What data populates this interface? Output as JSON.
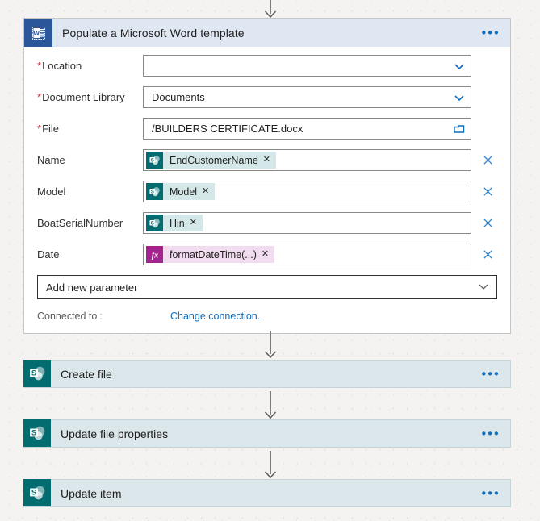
{
  "canvas": {
    "background_color": "#f4f3f2",
    "arrow_color": "#605e5c"
  },
  "arrows": [
    {
      "name": "arrow-top-into-word-card"
    },
    {
      "name": "arrow-word-card-to-create-file"
    },
    {
      "name": "arrow-create-file-to-update-file-properties"
    },
    {
      "name": "arrow-update-file-properties-to-update-item"
    }
  ],
  "word_card": {
    "icon": "word-icon",
    "icon_color": "#2b579a",
    "header_color": "#dfe7f3",
    "title": "Populate a Microsoft Word template",
    "more_label": "•••",
    "fields": [
      {
        "label": "Location",
        "required": true,
        "required_mark": "*",
        "type": "dropdown",
        "value": "",
        "icon": "chevron-down-icon",
        "name": "location"
      },
      {
        "label": "Document Library",
        "required": true,
        "required_mark": "*",
        "type": "dropdown",
        "value": "Documents",
        "icon": "chevron-down-icon",
        "name": "document-library"
      },
      {
        "label": "File",
        "required": true,
        "required_mark": "*",
        "type": "filepicker",
        "value": "/BUILDERS CERTIFICATE.docx",
        "icon": "folder-picker-icon",
        "name": "file"
      },
      {
        "label": "Name",
        "required": false,
        "required_mark": "",
        "type": "token",
        "token_kind": "sharepoint",
        "token_icon": "sharepoint-icon",
        "token_icon_color": "#036c70",
        "token_bg": "#d5e8e9",
        "value": "EndCustomerName",
        "token_remove": "✕",
        "remove_icon": "close-icon",
        "name": "name"
      },
      {
        "label": "Model",
        "required": false,
        "required_mark": "",
        "type": "token",
        "token_kind": "sharepoint",
        "token_icon": "sharepoint-icon",
        "token_icon_color": "#036c70",
        "token_bg": "#d5e8e9",
        "value": "Model",
        "token_remove": "✕",
        "remove_icon": "close-icon",
        "name": "model"
      },
      {
        "label": "BoatSerialNumber",
        "required": false,
        "required_mark": "",
        "type": "token",
        "token_kind": "sharepoint",
        "token_icon": "sharepoint-icon",
        "token_icon_color": "#036c70",
        "token_bg": "#d5e8e9",
        "value": "Hin",
        "token_remove": "✕",
        "remove_icon": "close-icon",
        "name": "boatserialnumber"
      },
      {
        "label": "Date",
        "required": false,
        "required_mark": "",
        "type": "token",
        "token_kind": "expression",
        "token_icon": "fx-icon",
        "token_icon_color": "#a4248f",
        "token_bg": "#f2dcef",
        "value": "formatDateTime(...)",
        "token_remove": "✕",
        "remove_icon": "close-icon",
        "name": "date"
      }
    ],
    "add_parameter": {
      "label": "Add new parameter",
      "icon": "chevron-down-icon"
    },
    "connection": {
      "label": "Connected to",
      "separator": ":",
      "value": "",
      "change_link": "Change connection."
    }
  },
  "collapsed_cards": [
    {
      "title": "Create file",
      "icon": "sharepoint-icon",
      "icon_color": "#036c70",
      "background": "#dbe7ea",
      "more_label": "•••",
      "name": "create-file"
    },
    {
      "title": "Update file properties",
      "icon": "sharepoint-icon",
      "icon_color": "#036c70",
      "background": "#dbe7ea",
      "more_label": "•••",
      "name": "update-file-properties"
    },
    {
      "title": "Update item",
      "icon": "sharepoint-icon",
      "icon_color": "#036c70",
      "background": "#dbe7ea",
      "more_label": "•••",
      "name": "update-item"
    }
  ]
}
